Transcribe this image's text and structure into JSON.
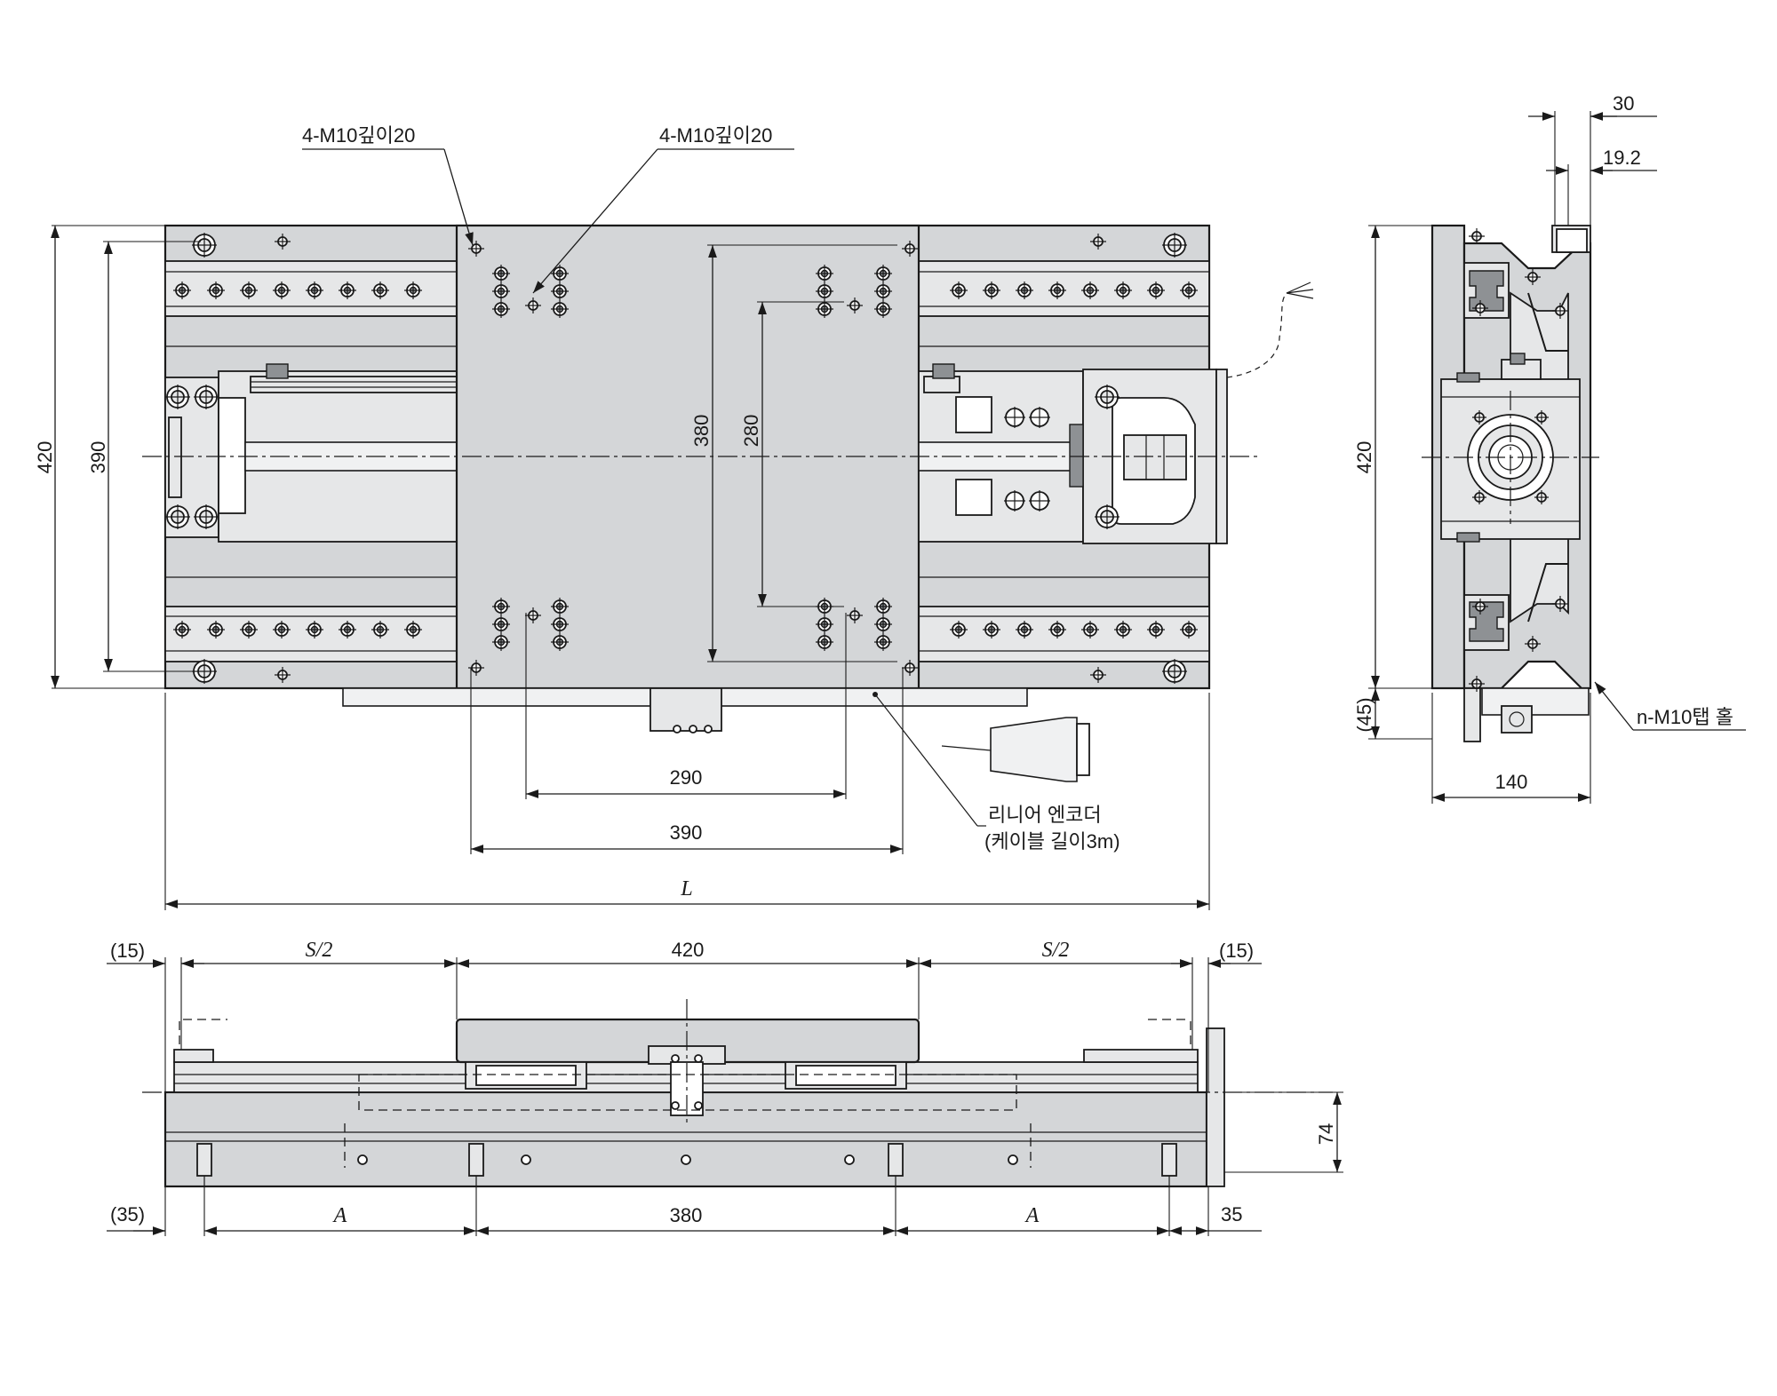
{
  "drawing": {
    "labels": {
      "tap_left": "4-M10깊이20",
      "tap_center": "4-M10깊이20",
      "encoder_line1": "리니어 엔코더",
      "encoder_line2": "(케이블 길이3m)",
      "side_tap": "n-M10탭 홀"
    },
    "dims": {
      "top_height_outer": "420",
      "top_height_inner": "390",
      "table_380": "380",
      "table_280": "280",
      "bottom_290": "290",
      "bottom_390": "390",
      "overall_L": "L",
      "side_30": "30",
      "side_19_2": "19.2",
      "side_420": "420",
      "side_45": "(45)",
      "side_140": "140",
      "front_15_left": "(15)",
      "front_s2_left": "S/2",
      "front_420": "420",
      "front_s2_right": "S/2",
      "front_15_right": "(15)",
      "front_74": "74",
      "front_35_left": "(35)",
      "front_A_left": "A",
      "front_380": "380",
      "front_A_right": "A",
      "front_35_right": "35"
    }
  }
}
